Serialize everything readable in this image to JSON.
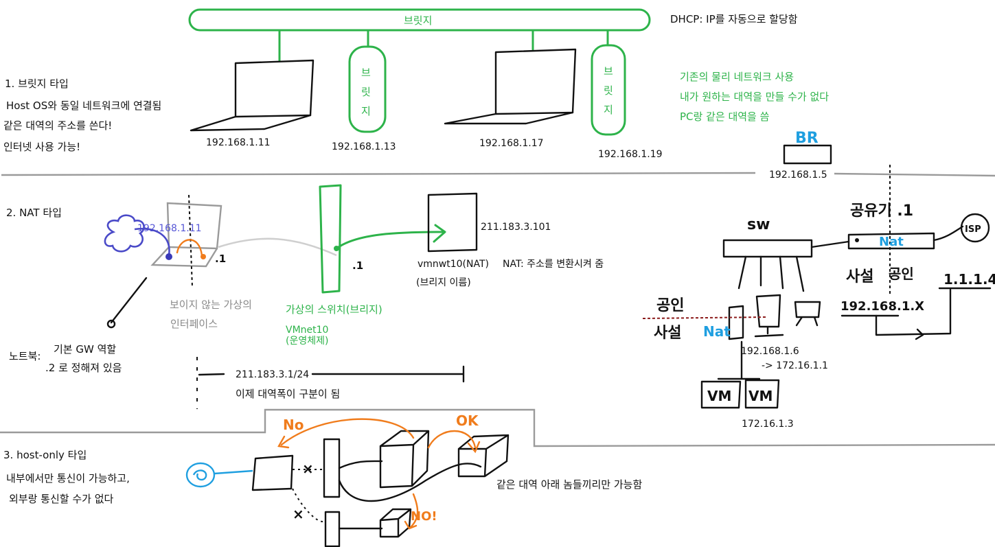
{
  "bridge": {
    "bar_label": "브릿지",
    "dhcp_note": "DHCP: IP를 자동으로 할당함",
    "heading": "1. 브릿지 타입",
    "desc_lines": [
      "Host OS와 동일 네트워크에 연결됨",
      "같은 대역의 주소를 쓴다!",
      "인터넷 사용 가능!"
    ],
    "green_notes": [
      "기존의 물리 네트워크 사용",
      "내가 원하는 대역을 만들 수가 없다",
      "PC랑 같은 대역을 씀"
    ],
    "vertical_label": [
      "브",
      "릿",
      "지"
    ],
    "ips": [
      "192.168.1.11",
      "192.168.1.13",
      "192.168.1.17",
      "192.168.1.19"
    ]
  },
  "nat": {
    "heading": "2. NAT 타입",
    "blue_ip": "192.168.1.11",
    "dot_one_a": ".1",
    "dot_one_b": ".1",
    "invisible_iface": [
      "보이지 않는 가상의",
      "인터페이스"
    ],
    "virtual_switch": "가상의 스위치(브리지)",
    "vmnet": "VMnet10",
    "vmnet_sub": "(운영체제)",
    "host_ip": "211.183.3.101",
    "vmnet_nat": "vmnwt10(NAT)",
    "nat_desc": "NAT: 주소를 변환시켜 줌",
    "bridge_name": "(브리지 이름)",
    "laptop_label": "노트북:",
    "gw_lines": [
      "기본 GW 역할",
      ".2 로 정해져 있음"
    ],
    "subnet": "211.183.3.1/24",
    "subnet_note": "이제 대역폭이 구분이 됨"
  },
  "right_diagram": {
    "br_label": "BR",
    "br_ip": "192.168.1.5",
    "sw_label": "sw",
    "router_label": "공유기 .1",
    "nat_label": "Nat",
    "isp_label": "ISP",
    "private_label": "사설",
    "public_label": "공인",
    "public_ip": "1.1.1.4",
    "private_ip": "192.168.1.X",
    "left_public": "공인",
    "left_private": "사설",
    "nat_blue": "Nat",
    "pc_ip": "192.168.1.6",
    "pc_ip_arrow": "-> 172.16.1.1",
    "vm_labels": [
      "VM",
      "VM"
    ],
    "vm_ip": "172.16.1.3"
  },
  "hostonly": {
    "heading": "3. host-only  타입",
    "desc_lines": [
      "내부에서만 통신이 가능하고,",
      "외부랑 통신할 수가 없다"
    ],
    "no_label": "No",
    "ok_label": "OK",
    "no2_label": "NO!",
    "x_mark": "×",
    "note": "같은 대역 아래 놈들끼리만 가능함"
  }
}
